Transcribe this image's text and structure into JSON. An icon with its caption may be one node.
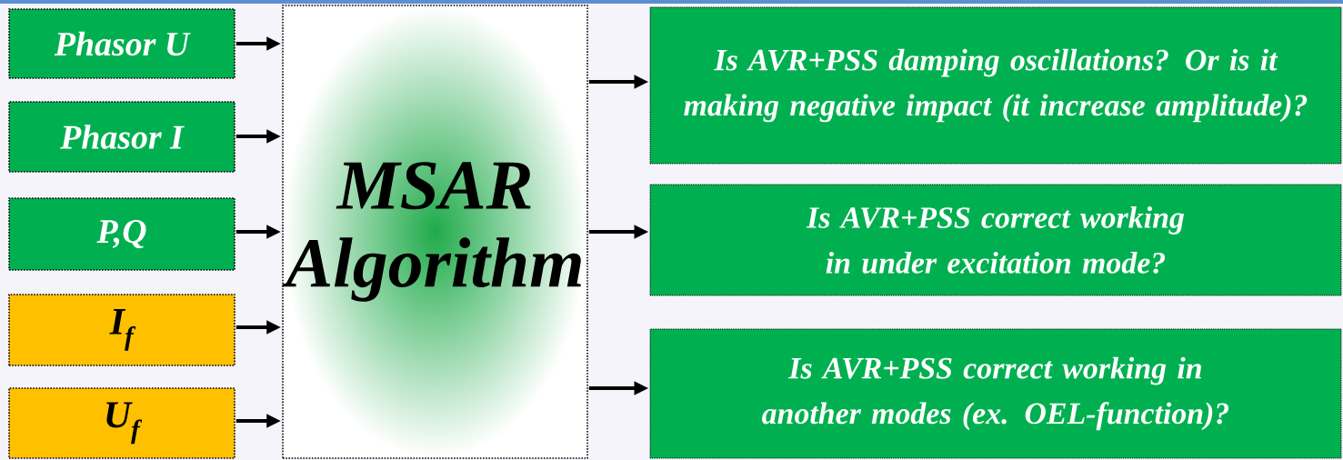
{
  "diagram": {
    "nodes": [
      {
        "text": [
          "Phasor U"
        ]
      },
      {
        "text": [
          "Phasor I"
        ]
      },
      {
        "text": [
          "P,Q"
        ]
      },
      {
        "text": [
          "I$_{f}$"
        ]
      },
      {
        "text": [
          "U$_{f}$"
        ]
      },
      {
        "text": [
          "MSAR Algorithm"
        ]
      },
      {
        "text": [
          "Is AVR+PSS damping oscillations? Or is it making negative impact (it increase amplitude)?"
        ]
      },
      {
        "text": [
          "Is AVR+PSS correct working in under excitation mode?"
        ]
      },
      {
        "text": [
          "Is AVR+PSS correct working in another modes (ex. OEL-function)?"
        ]
      }
    ],
    "edges": [
      {
        "from": 0,
        "to": 5,
        "arrow": "to"
      },
      {
        "from": 1,
        "to": 5,
        "arrow": "to"
      },
      {
        "from": 2,
        "to": 5,
        "arrow": "to"
      },
      {
        "from": 3,
        "to": 5,
        "arrow": "to"
      },
      {
        "from": 4,
        "to": 5,
        "arrow": "to"
      },
      {
        "from": 5,
        "to": 6,
        "arrow": "to"
      },
      {
        "from": 5,
        "to": 7,
        "arrow": "to"
      },
      {
        "from": 5,
        "to": 8,
        "arrow": "to"
      }
    ]
  }
}
